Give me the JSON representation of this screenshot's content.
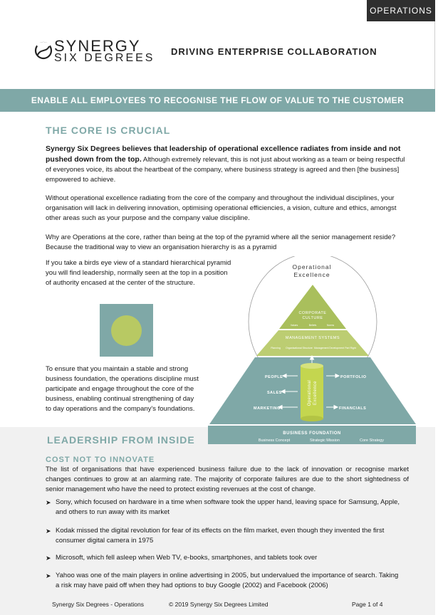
{
  "header": {
    "tab_label": "OPERATIONS",
    "logo_line1": "SYNERGY",
    "logo_line2": "SIX DEGREES",
    "title": "DRIVING ENTERPRISE COLLABORATION"
  },
  "banner": "ENABLE ALL EMPLOYEES TO RECOGNISE THE FLOW OF VALUE TO THE CUSTOMER",
  "core_section": {
    "heading": "THE CORE IS CRUCIAL",
    "para1_lead": "Synergy Six Degrees believes that leadership of operational excellence radiates from inside and not pushed down from the top.",
    "para1_rest": " Although extremely relevant, this is not just about working as a team or being respectful of everyones voice, its about the heartbeat of the company, where business strategy is agreed and then [the business] empowered to achieve.",
    "para2": "Without operational excellence radiating from the core of the company and throughout the individual disciplines, your organisation will lack in delivering innovation, optimising operational efficiencies, a vision,  culture and ethics, amongst other areas such as your purpose and the company value discipline.",
    "para3": "Why are Operations at the core, rather than being at the top of the pyramid where all the senior management reside? Because the traditional way to view an organisation hierarchy is as a pyramid",
    "para4": "If you take a birds eye view of a standard hierarchical pyramid you will find leadership, normally seen at the top in a position of authority encased at the center of the structure.",
    "para5": "To ensure that you maintain a stable and strong business foundation, the operations discipline must participate and engage throughout the core of the business, enabling continual strengthening of day to day operations and the company's foundations."
  },
  "diagram": {
    "circle_label_1": "Operational",
    "circle_label_2": "Excellence",
    "culture_label_1": "CORPORATE",
    "culture_label_2": "CULTURE",
    "culture_sub": [
      "Values",
      "Beliefs",
      "Norms"
    ],
    "mgmt_label": "MANAGEMENT SYSTEMS",
    "mgmt_sub": [
      "Planning",
      "Organisational Structure",
      "Management Development",
      "Part Right"
    ],
    "left_items": [
      "PEOPLE",
      "SALES",
      "MARKETING"
    ],
    "right_items": [
      "PORTFOLIO",
      "FINANCIALS"
    ],
    "cylinder_1": "Operational",
    "cylinder_2": "Excellence",
    "foundation_label": "BUSINESS FOUNDATION",
    "foundation_sub": [
      "Business Concept",
      "Strategic Mission",
      "Core Strategy"
    ],
    "colors": {
      "teal": "#7fa8a7",
      "green": "#a9bf5c",
      "light_green": "#bccd72",
      "lime": "#c4d64f"
    }
  },
  "leadership_section": {
    "heading": "LEADERSHIP FROM INSIDE",
    "subheading": "COST NOT TO INNOVATE",
    "para": "The list of organisations that have experienced business failure due to the lack of innovation or recognise market changes continues to grow at an alarming rate. The majority of corporate failures are due to the short sightedness of senior management who have the need to protect existing revenues at the cost of change.",
    "bullets": [
      "Sony, which focused on hardware in a time when software took the upper hand, leaving space for Samsung, Apple, and others to run away with its market",
      "Kodak missed the digital revolution for fear of its effects on the film market, even though they invented the first consumer digital camera in 1975",
      "Microsoft, which fell asleep when Web TV, e-books, smartphones, and tablets took over",
      "Yahoo was one of the main players in online advertising in 2005, but undervalued the importance of search. Taking a risk may have paid off when they had options to buy Google (2002) and Facebook (2006)"
    ]
  },
  "footer": {
    "left": "Synergy Six Degrees - Operations",
    "center": "© 2019 Synergy Six Degrees Limited",
    "right": "Page 1 of 4"
  }
}
